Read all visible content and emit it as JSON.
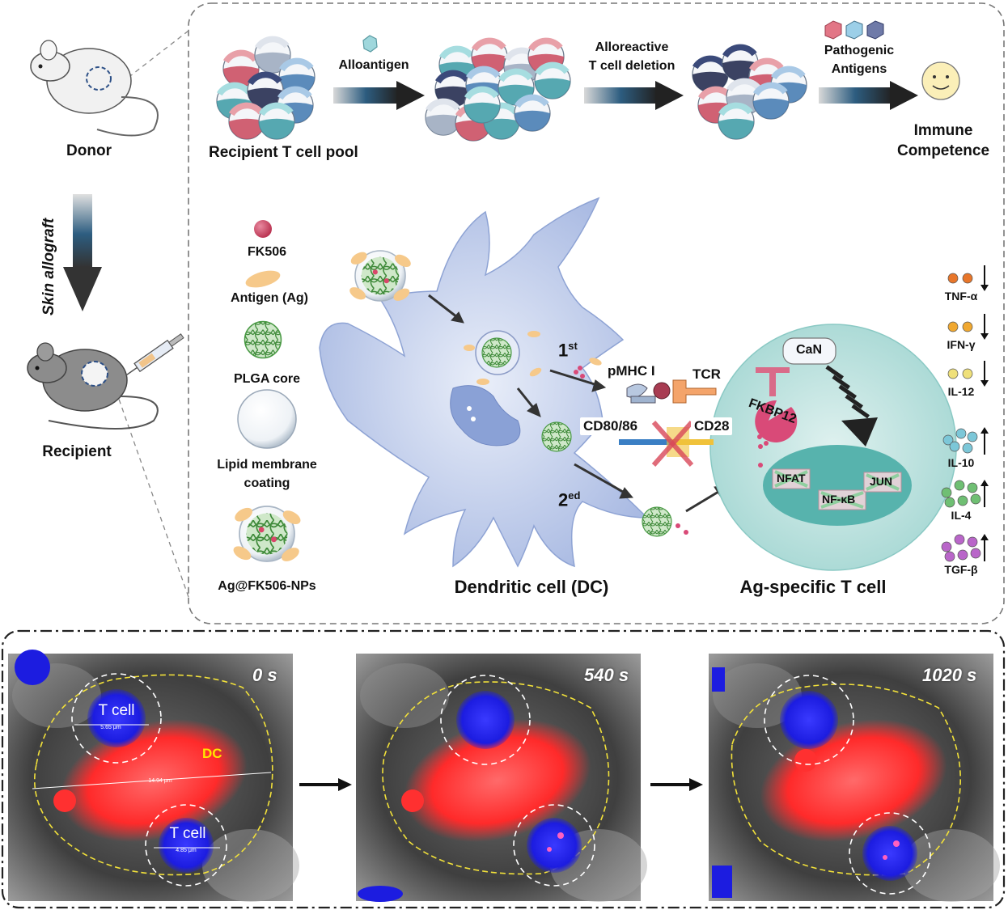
{
  "left_panel": {
    "donor": "Donor",
    "skin_allograft": "Skin allograft",
    "recipient": "Recipient"
  },
  "top_flow": {
    "recipient_pool": "Recipient T cell pool",
    "alloantigen": "Alloantigen",
    "deletion_line1": "Alloreactive",
    "deletion_line2": "T cell deletion",
    "pathogenic_line1": "Pathogenic",
    "pathogenic_line2": "Antigens",
    "immune_line1": "Immune",
    "immune_line2": "Competence"
  },
  "legend": {
    "fk506": "FK506",
    "antigen": "Antigen (Ag)",
    "plga": "PLGA core",
    "lipid_line1": "Lipid membrane",
    "lipid_line2": "coating",
    "np": "Ag@FK506-NPs"
  },
  "mechanism": {
    "first": "1",
    "first_sup": "st",
    "second": "2",
    "second_sup": "ed",
    "pmhc": "pMHC I",
    "tcr": "TCR",
    "cd80": "CD80/86",
    "cd28": "CD28",
    "can": "CaN",
    "fkbp": "FKBP12",
    "nfat": "NFAT",
    "nfkb": "NF-κB",
    "jun": "JUN",
    "dc_label": "Dendritic cell (DC)",
    "tcell_label": "Ag-specific T cell"
  },
  "cytokines": [
    {
      "name": "TNF-α",
      "direction": "down",
      "color": "#e8762a"
    },
    {
      "name": "IFN-γ",
      "direction": "down",
      "color": "#f0a830"
    },
    {
      "name": "IL-12",
      "direction": "down",
      "color": "#efe07a"
    },
    {
      "name": "IL-10",
      "direction": "up",
      "color": "#7cc7d8"
    },
    {
      "name": "IL-4",
      "direction": "up",
      "color": "#6fbf73"
    },
    {
      "name": "TGF-β",
      "direction": "up",
      "color": "#b966c9"
    }
  ],
  "micrographs": [
    {
      "time": "0 s",
      "tcell1": "T cell",
      "tcell2": "T cell",
      "dc": "DC",
      "scale1": "5.65 μm",
      "scale2": "4.85 μm",
      "scale3": "14.94 μm"
    },
    {
      "time": "540 s"
    },
    {
      "time": "1020 s"
    }
  ]
}
